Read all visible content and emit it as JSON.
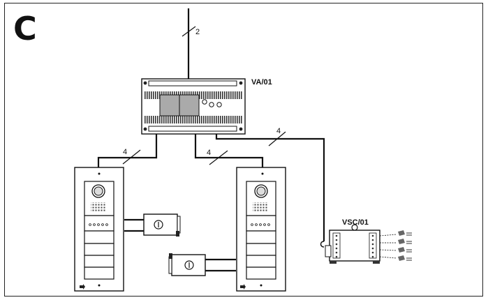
{
  "panel_label": "C",
  "devices": {
    "power_supply": "VA/01",
    "switcher": "VSC/01"
  },
  "wire_counts": {
    "bus_in": "2",
    "to_panel_left": "4",
    "to_panel_right": "4",
    "to_switcher": "4"
  },
  "icons": {
    "camera_left": "camera-icon",
    "camera_right": "camera-icon",
    "key_left": "key-icon",
    "key_right": "key-icon"
  }
}
